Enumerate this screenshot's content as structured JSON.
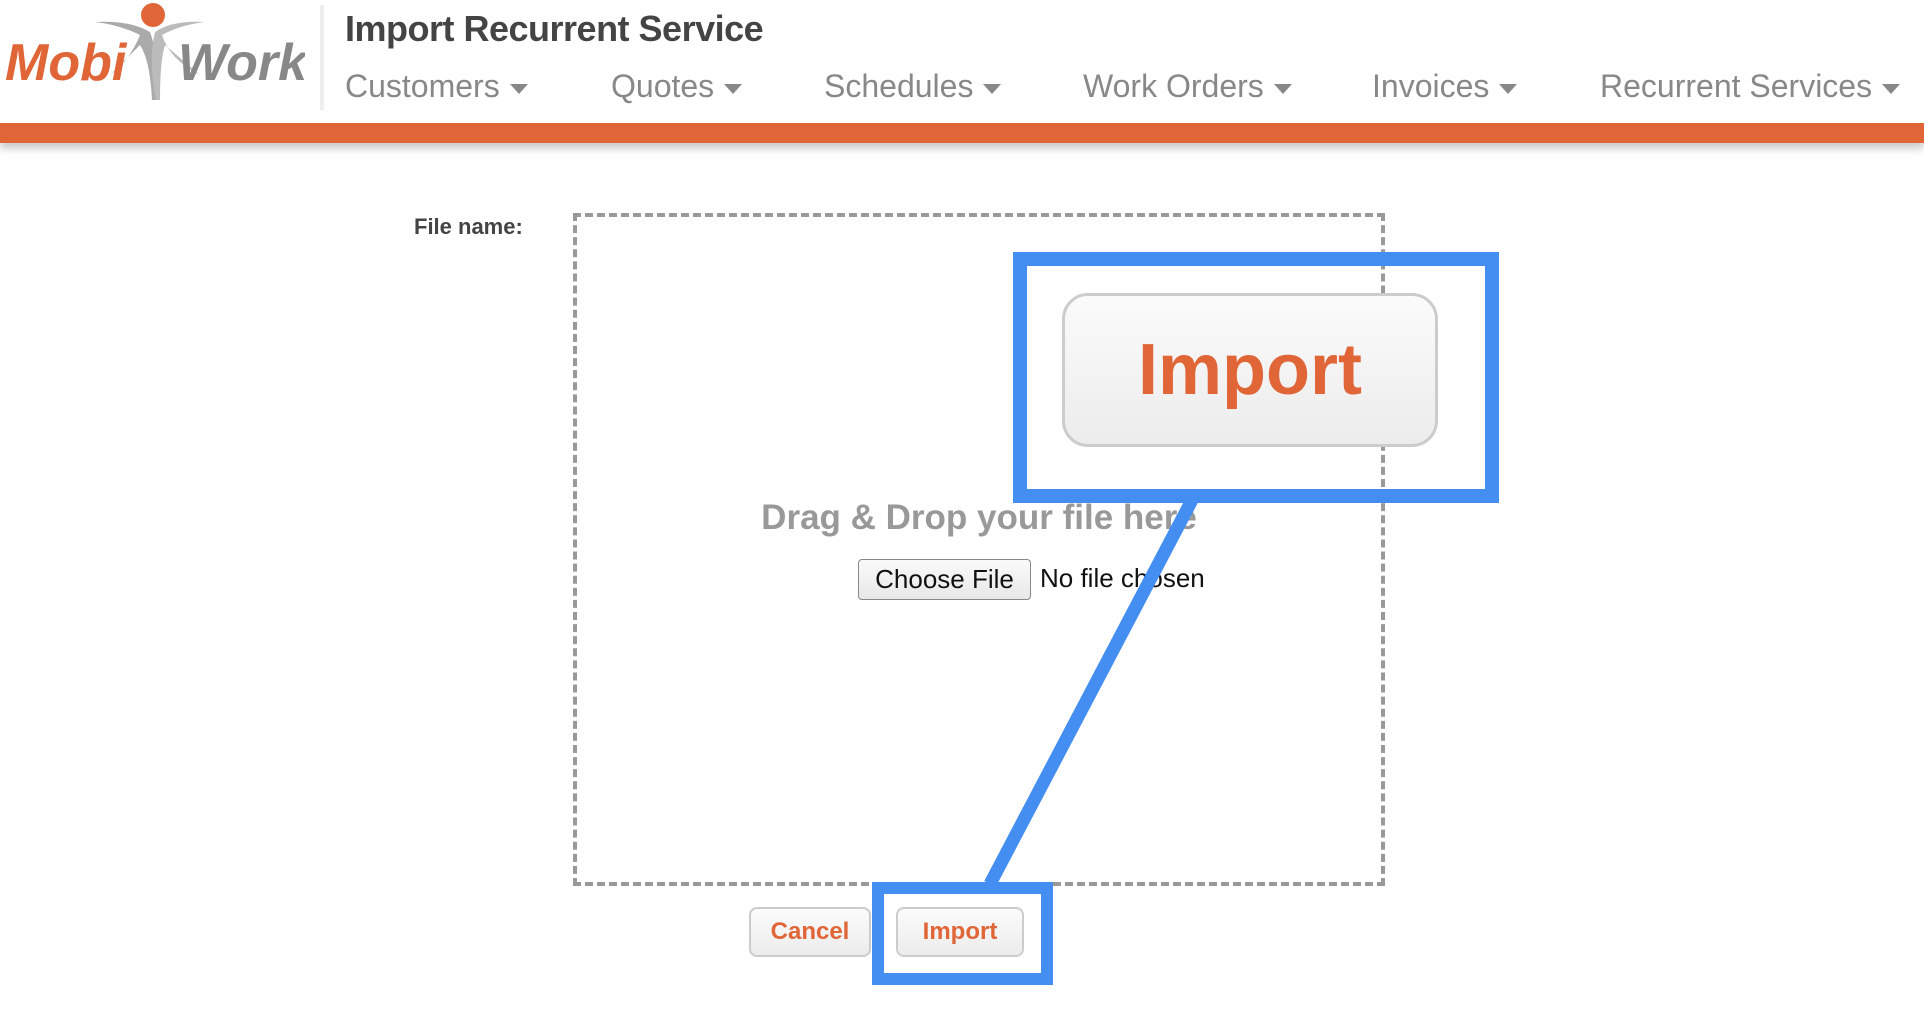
{
  "logo": {
    "text_left": "Mobi",
    "text_right": "Work"
  },
  "header": {
    "title": "Import Recurrent Service"
  },
  "nav": {
    "items": [
      {
        "label": "Customers"
      },
      {
        "label": "Quotes"
      },
      {
        "label": "Schedules"
      },
      {
        "label": "Work Orders"
      },
      {
        "label": "Invoices"
      },
      {
        "label": "Recurrent Services"
      }
    ]
  },
  "form": {
    "file_name_label": "File name:",
    "drop_text": "Drag & Drop your file here",
    "choose_file_label": "Choose File",
    "no_file_text": "No file chosen",
    "cancel_label": "Cancel",
    "import_label": "Import"
  },
  "callout": {
    "zoomed_label": "Import"
  },
  "colors": {
    "brand_orange": "#e06537",
    "highlight_blue": "#438ef0",
    "nav_gray": "#888888"
  }
}
